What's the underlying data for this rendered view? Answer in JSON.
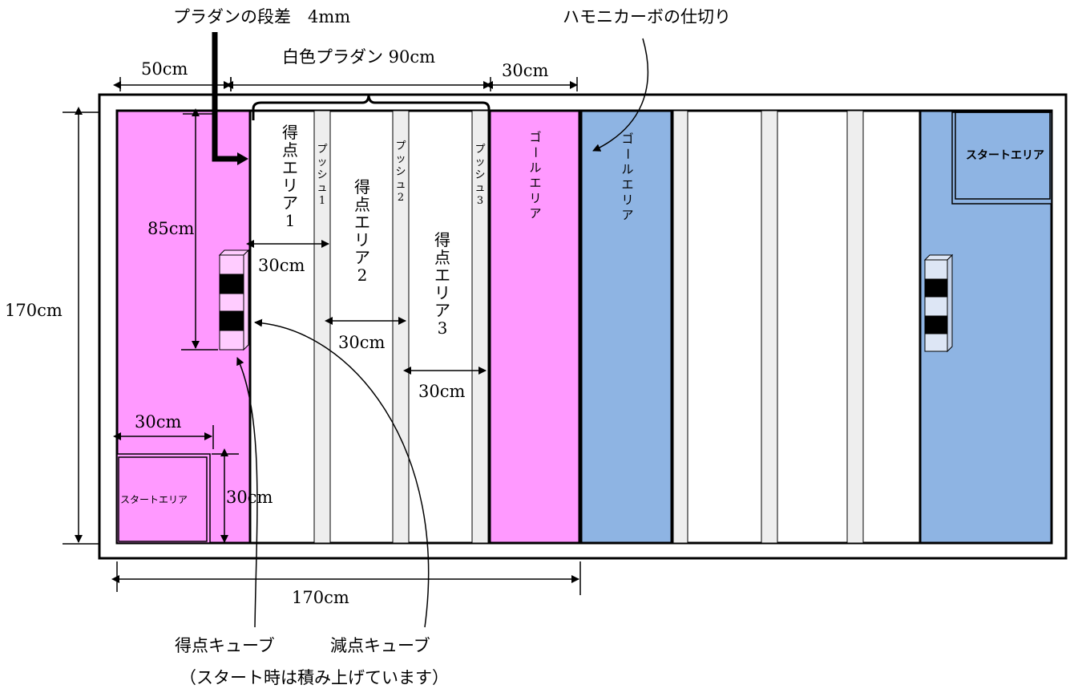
{
  "colors": {
    "pink": "#ff99ff",
    "blue": "#8eb4e3",
    "white_board": "#ffffff",
    "push_strip": "#eeeeee",
    "cube_pink": "#ffccff",
    "cube_blue": "#dde6f5",
    "cube_black": "#000000",
    "outline": "#000000"
  },
  "labels": {
    "step_title": "プラダンの段差　4mm",
    "white_plaboard": "白色プラダン 90cm",
    "harmonica_divider": "ハモニカーボの仕切り",
    "dim_50": "50cm",
    "dim_30_top": "30cm",
    "dim_85": "85cm",
    "dim_170_left": "170cm",
    "dim_170_bottom": "170cm",
    "dim_30_area1": "30cm",
    "dim_30_area2": "30cm",
    "dim_30_area3": "30cm",
    "dim_30_start_w": "30cm",
    "dim_30_start_h": "30cm",
    "start_area_left": "スタートエリア",
    "start_area_right": "スタートエリア",
    "score_cube": "得点キューブ",
    "minus_cube": "減点キューブ",
    "note": "（スタート時は積み上げています）"
  },
  "vertical_labels": {
    "score_area_1": [
      "得",
      "点",
      "エ",
      "リ",
      "ア",
      "1"
    ],
    "score_area_2": [
      "得",
      "点",
      "エ",
      "リ",
      "ア",
      "2"
    ],
    "score_area_3": [
      "得",
      "点",
      "エ",
      "リ",
      "ア",
      "3"
    ],
    "push_1": [
      "プ",
      "ッ",
      "シ",
      "ュ",
      "1"
    ],
    "push_2": [
      "プ",
      "ッ",
      "シ",
      "ュ",
      "2"
    ],
    "push_3": [
      "プ",
      "ッ",
      "シ",
      "ュ",
      "3"
    ],
    "goal_left": [
      "ゴ",
      "ー",
      "ル",
      "エ",
      "リ",
      "ア"
    ],
    "goal_right": [
      "ゴ",
      "ー",
      "ル",
      "エ",
      "リ",
      "ア"
    ]
  }
}
